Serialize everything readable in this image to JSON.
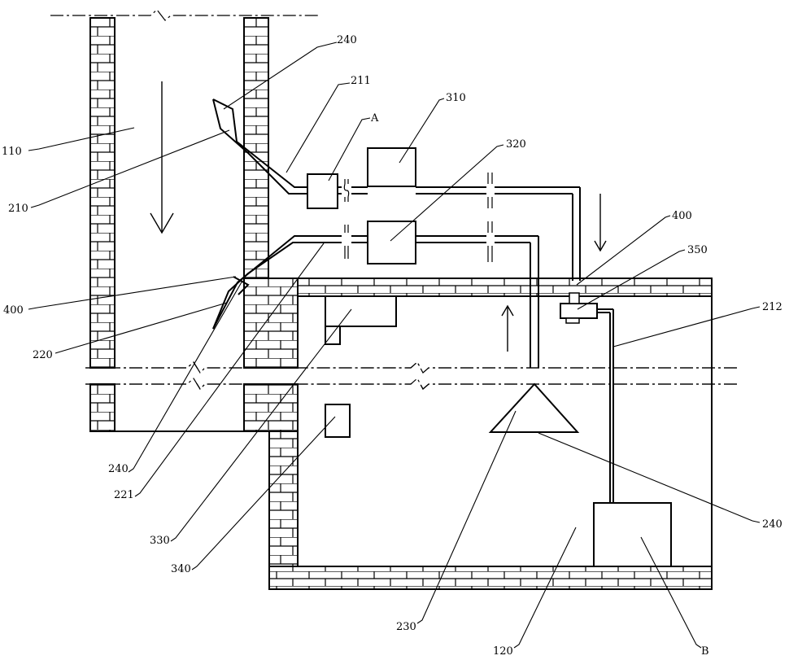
{
  "labels": {
    "l110": "110",
    "l210": "210",
    "l211": "211",
    "l212": "212",
    "l220": "220",
    "l221": "221",
    "l230": "230",
    "l240_top": "240",
    "l240_left": "240",
    "l240_right": "240",
    "l310": "310",
    "l320": "320",
    "l330": "330",
    "l340": "340",
    "l350": "350",
    "l400_top": "400",
    "l400_left": "400",
    "l120": "120",
    "lA": "A",
    "lB": "B"
  }
}
